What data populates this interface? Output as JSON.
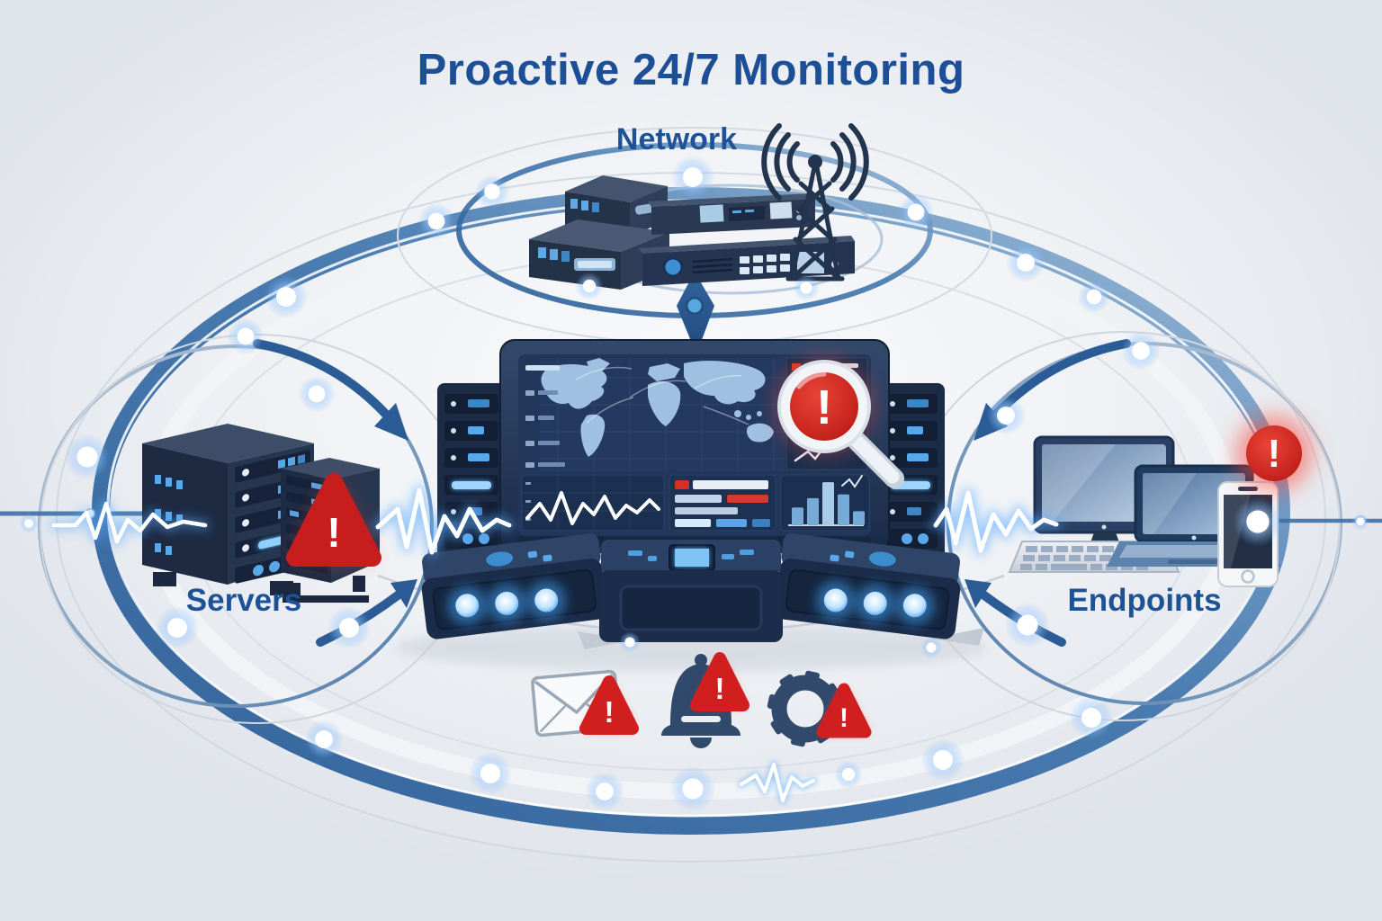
{
  "title": "Proactive 24/7 Monitoring",
  "labels": {
    "network": "Network",
    "servers": "Servers",
    "endpoints": "Endpoints"
  },
  "alert": {
    "exclamation": "!"
  },
  "colors": {
    "title_blue": "#1d4f96",
    "label_blue": "#1e5296",
    "ring_blue": "#2e5f99",
    "navy_dark": "#1b2c4a",
    "alert_red": "#d21f1c",
    "led_blue": "#58a8ec",
    "map_blue": "#a2c2e0"
  },
  "dashboard": {
    "line_points": "586,576 600,560 612,578 624,548 636,582 648,560 660,572 672,552 684,576 696,562 708,570 722,556 732,566",
    "bar_values": [
      38,
      58,
      92,
      66,
      30
    ]
  },
  "icons": [
    {
      "name": "email-alert-icon"
    },
    {
      "name": "bell-alert-icon"
    },
    {
      "name": "gear-alert-icon"
    },
    {
      "name": "magnifier-alert-icon"
    },
    {
      "name": "radio-tower-icon"
    },
    {
      "name": "warning-triangle-icon"
    }
  ]
}
